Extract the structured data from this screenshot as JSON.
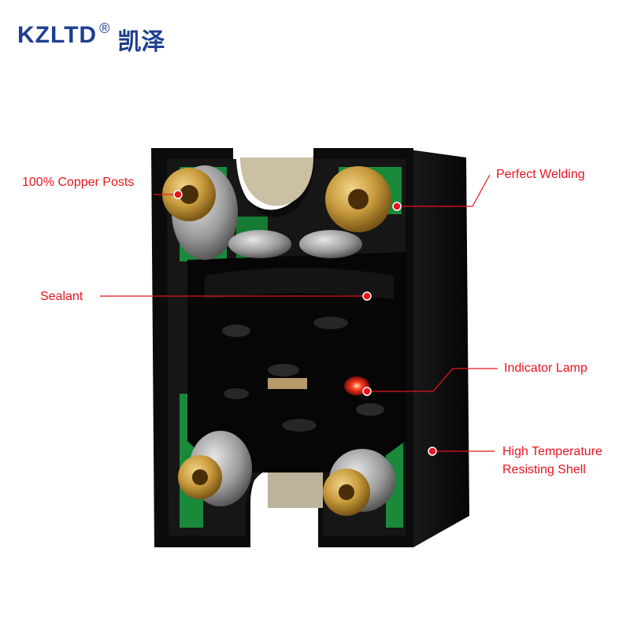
{
  "brand": {
    "name": "KZLTD",
    "registered": "®",
    "chinese": "凯泽",
    "color": "#1d3f8f"
  },
  "callouts": {
    "copper_posts": "100% Copper Posts",
    "sealant": "Sealant",
    "perfect_welding": "Perfect Welding",
    "indicator_lamp": "Indicator Lamp",
    "shell_line1": "High Temperature",
    "shell_line2": "Resisting Shell"
  },
  "colors": {
    "callout": "#e8141e",
    "shell": "#111111",
    "brass": "#c89b3c",
    "pcb": "#1a8a3a"
  }
}
